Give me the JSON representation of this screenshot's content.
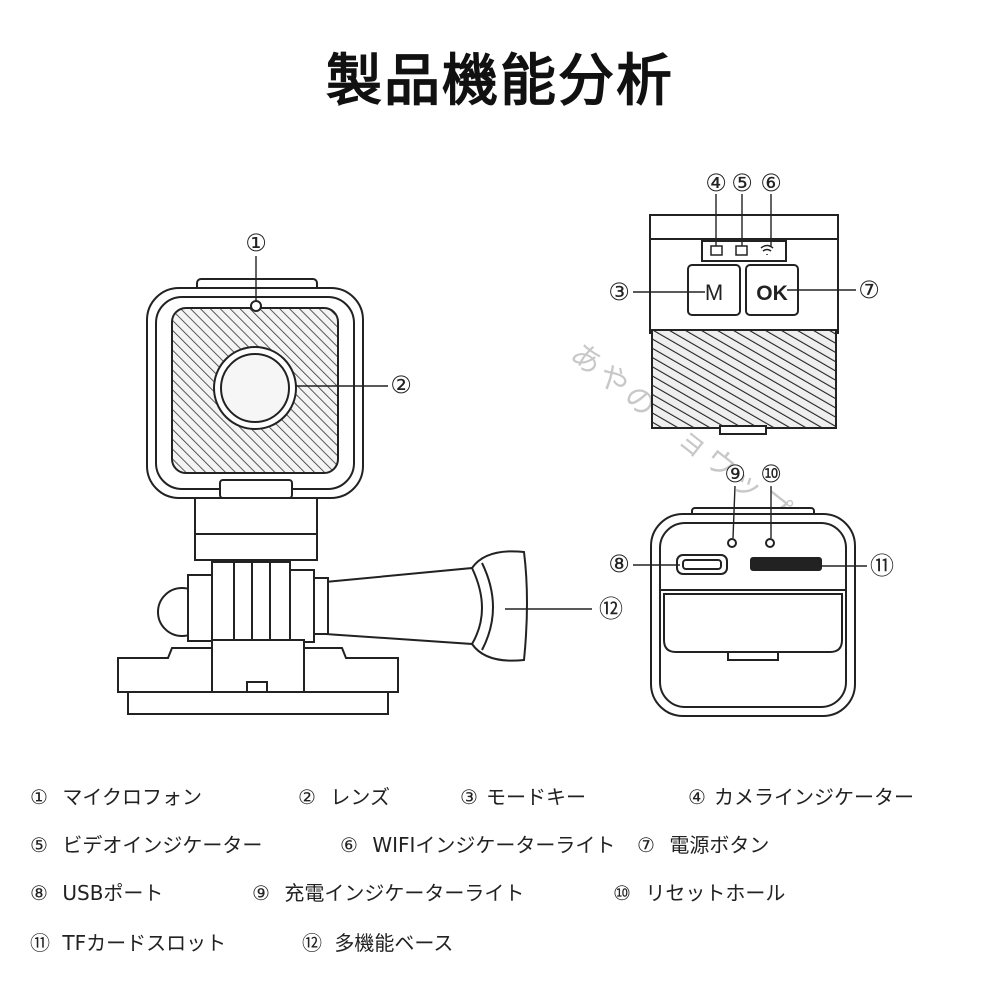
{
  "title": "製品機能分析",
  "watermark": "あやのショウップ",
  "callouts": [
    "①",
    "②",
    "③",
    "④",
    "⑤",
    "⑥",
    "⑦",
    "⑧",
    "⑨",
    "⑩",
    "⑪",
    "⑫"
  ],
  "buttons": {
    "mode": "M",
    "ok": "OK"
  },
  "legend": [
    {
      "num": "①",
      "label": "マイクロフォン"
    },
    {
      "num": "②",
      "label": "レンズ"
    },
    {
      "num": "③",
      "label": "モードキー"
    },
    {
      "num": "④",
      "label": "カメラインジケーター"
    },
    {
      "num": "⑤",
      "label": "ビデオインジケーター"
    },
    {
      "num": "⑥",
      "label": "WIFIインジケーターライト"
    },
    {
      "num": "⑦",
      "label": "電源ボタン"
    },
    {
      "num": "⑧",
      "label": "USBポート"
    },
    {
      "num": "⑨",
      "label": "充電インジケーターライト"
    },
    {
      "num": "⑩",
      "label": "リセットホール"
    },
    {
      "num": "⑪",
      "label": "TFカードスロット"
    },
    {
      "num": "⑫",
      "label": "多機能ベース"
    }
  ]
}
